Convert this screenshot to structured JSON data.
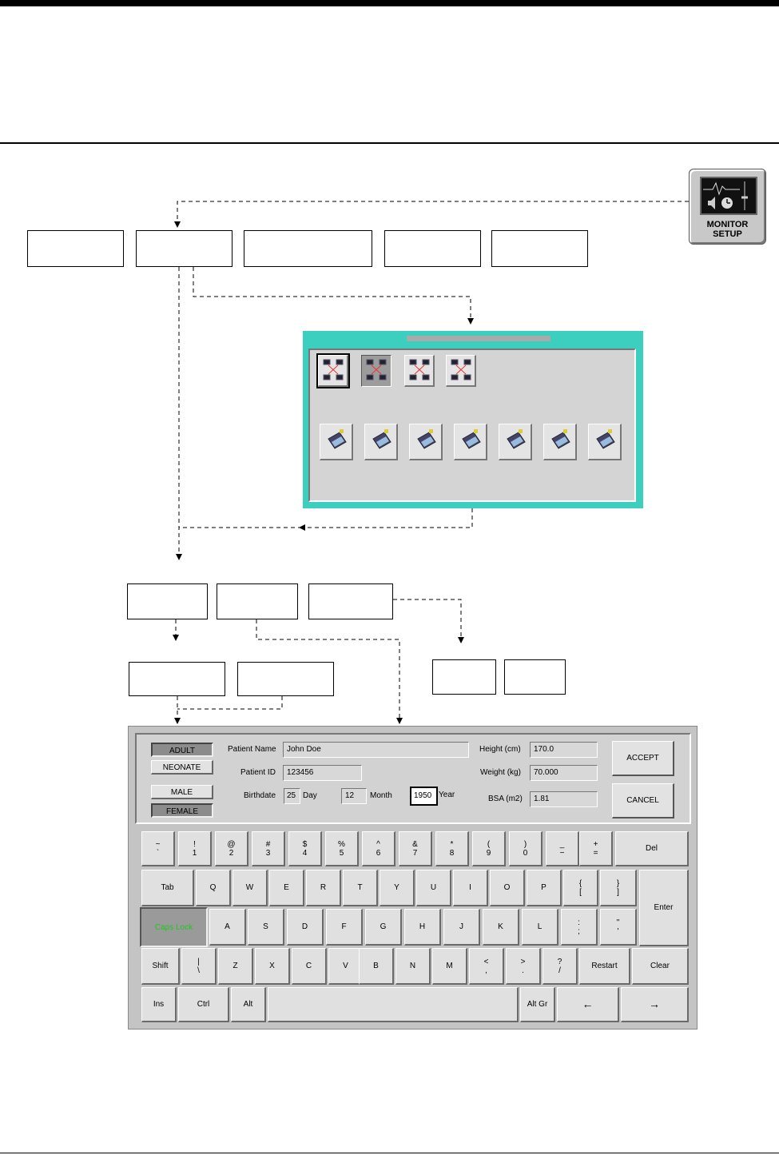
{
  "monitor_setup_icon": {
    "line1": "MONITOR",
    "line2": "SETUP"
  },
  "patient_form": {
    "category_options": [
      "ADULT",
      "NEONATE"
    ],
    "category_selected": "ADULT",
    "gender_options": [
      "MALE",
      "FEMALE"
    ],
    "gender_selected": "FEMALE",
    "patient_name_label": "Patient Name",
    "patient_name": "John Doe",
    "patient_id_label": "Patient ID",
    "patient_id": "123456",
    "birthdate_label": "Birthdate",
    "day_value": "25",
    "day_label": "Day",
    "month_value": "12",
    "month_label": "Month",
    "year_value": "1950",
    "year_label": "Year",
    "height_label": "Height (cm)",
    "height_value": "170.0",
    "weight_label": "Weight (kg)",
    "weight_value": "70.000",
    "bsa_label": "BSA (m2)",
    "bsa_value": "1.81",
    "accept_label": "ACCEPT",
    "cancel_label": "CANCEL"
  },
  "keyboard": {
    "row1": [
      "~\n`",
      "!\n1",
      "@\n2",
      "#\n3",
      "$\n4",
      "%\n5",
      "^\n6",
      "&\n7",
      "*\n8",
      "(\n9",
      ")\n0",
      "_\n−",
      "+\n=",
      "Del"
    ],
    "row2": [
      "Tab",
      "Q",
      "W",
      "E",
      "R",
      "T",
      "Y",
      "U",
      "I",
      "O",
      "P",
      "{\n[",
      "}\n]",
      "Enter"
    ],
    "row3": [
      "Caps Lock",
      "A",
      "S",
      "D",
      "F",
      "G",
      "H",
      "J",
      "K",
      "L",
      ":\n;",
      "\"\n'"
    ],
    "row4": [
      "Shift",
      "|\n\\",
      "Z",
      "X",
      "C",
      "V",
      "B",
      "N",
      "M",
      "<\n,",
      ">\n.",
      "?\n/",
      "Restart",
      "Clear"
    ],
    "row5": [
      "Ins",
      "Ctrl",
      "Alt",
      "",
      "Alt Gr",
      "←",
      "→"
    ]
  }
}
